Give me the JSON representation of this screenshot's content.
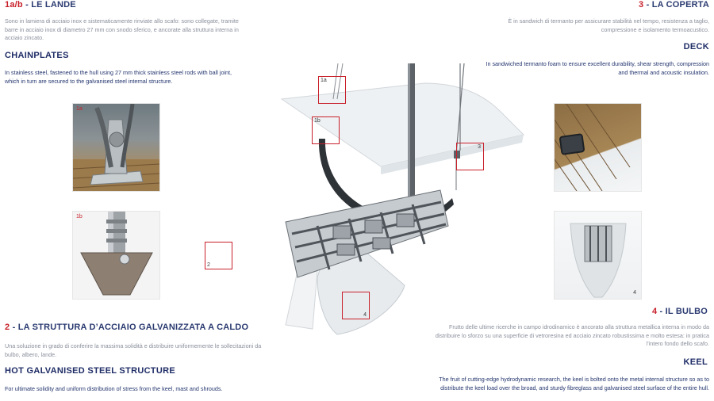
{
  "left": {
    "s1": {
      "num": "1a/b",
      "title_it": " - LE LANDE",
      "body_it": "Sono in lamiera di acciaio inox e sistematicamente rinviate allo scafo: sono collegate, tramite barre in acciaio inox di diametro 27 mm con snodo sferico, e ancorate alla struttura interna in acciaio zincato.",
      "title_en": "CHAINPLATES",
      "body_en": "In stainless steel, fastened to the hull using 27 mm thick stainless steel rods with ball joint, which in turn are secured to the galvanised steel internal structure."
    },
    "s2": {
      "num": "2",
      "title_it": " - LA STRUTTURA D’ACCIAIO GALVANIZZATA A CALDO",
      "body_it": "Una soluzione in grado di conferire la massima solidità e distribuire uniformemente le sollecitazioni da bulbo, albero, lande.",
      "title_en": "HOT GALVANISED STEEL STRUCTURE",
      "body_en": "For ultimate solidity and uniform distribution of stress from the keel, mast and shrouds."
    },
    "photo_1a": "1a",
    "photo_1b": "1b"
  },
  "right": {
    "s3": {
      "num": "3",
      "title_it": " - LA COPERTA",
      "body_it": "È in sandwich di termanto per assicurare stabilità nel tempo, resistenza a taglio, compressione e isolamento termoacustico.",
      "title_en": "DECK",
      "body_en": "In sandwiched termanto foam to ensure excellent durability, shear strength, compression and thermal and acoustic insulation."
    },
    "s4": {
      "num": "4",
      "title_it": " - IL BULBO",
      "body_it": "Frutto delle ultime ricerche in campo idrodinamico è ancorato alla struttura metallica interna in modo da distribuire lo sforzo su una superficie di vetroresina ed acciaio zincato robustissima e molto estesa: in pratica l’intero fondo dello scafo.",
      "title_en": "KEEL",
      "body_en": "The fruit of cutting-edge hydrodynamic research, the keel is bolted onto the metal internal structure so as to distribute the keel load over the broad, and sturdy fibreglass and galvanised steel surface of the entire hull."
    },
    "photo_4": "4"
  },
  "diagram": {
    "m1a": "1a",
    "m1b": "1b",
    "m2": "2",
    "m3": "3",
    "m4": "4"
  }
}
